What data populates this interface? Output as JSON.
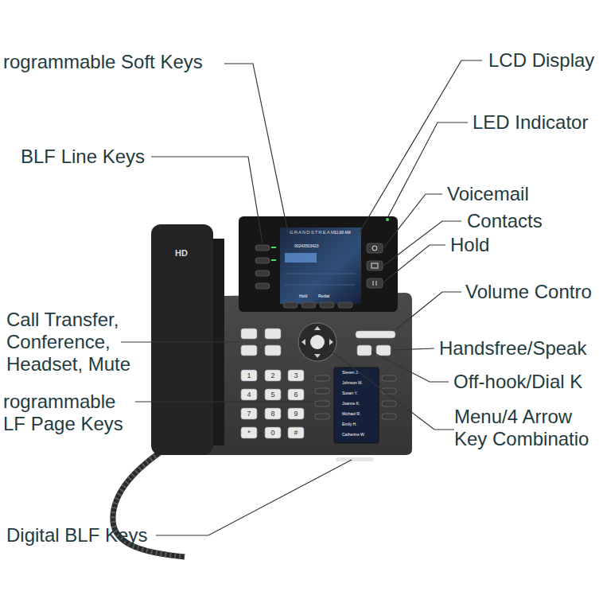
{
  "diagram": {
    "labels": [
      "rogrammable Soft Keys",
      "LCD Display",
      "LED Indicator",
      "BLF Line Keys",
      "Voicemail",
      "Contacts",
      "Hold",
      "Volume Contro",
      "Call Transfer, Conference, Headset, Mute",
      "Handsfree/Speak",
      "Off-hook/Dial K",
      "rogrammable LF Page Keys",
      "Menu/4 Arrow Key Combinatio",
      "Digital BLF Keys",
      "HD",
      "GRANDSTREAM",
      "11:00 AM",
      "00243503423",
      "Hold",
      "Redial",
      "Steven J.",
      "Johnson M.",
      "Susan Y.",
      "Joanne K.",
      "Michael R.",
      "Emily H.",
      "Catherine W.",
      "1",
      "2",
      "3",
      "4",
      "5",
      "6",
      "7",
      "8",
      "9",
      "*",
      "0",
      "#"
    ]
  }
}
